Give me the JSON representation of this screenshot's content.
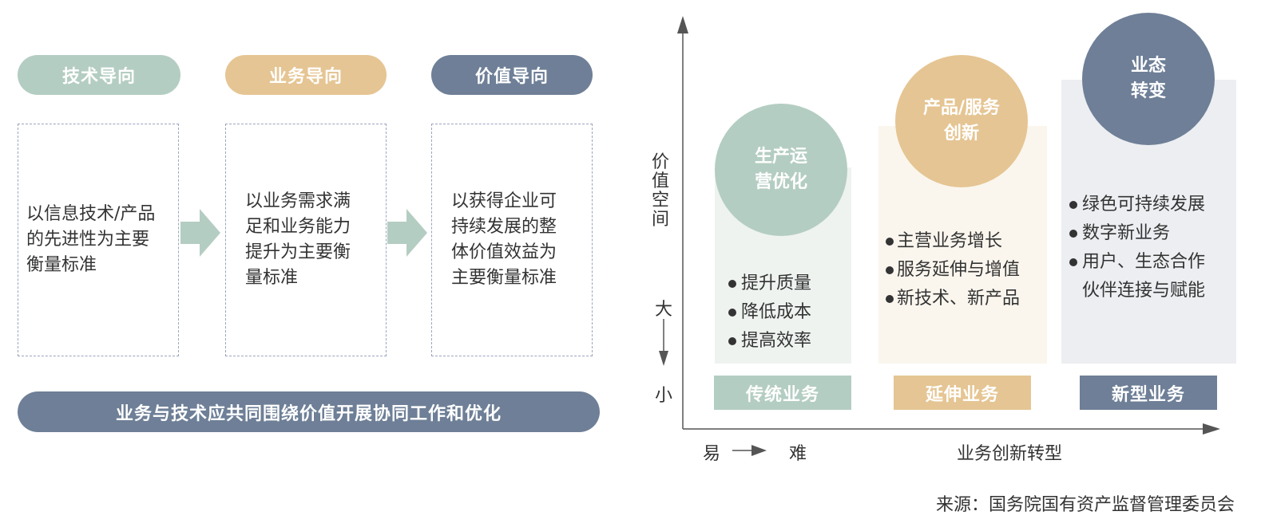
{
  "colors": {
    "green": "#b4cdc2",
    "tan": "#e5c593",
    "slate": "#6e7f97",
    "arrow": "#b4cdc2",
    "green_bg": "#eef3f0",
    "tan_bg": "#faf6ee",
    "slate_bg": "#eceef1"
  },
  "left": {
    "headers": [
      "技术导向",
      "业务导向",
      "价值导向"
    ],
    "boxes": [
      "以信息技术/产品\n的先进性为主要\n衡量标准",
      "以业务需求满\n足和业务能力\n提升为主要衡\n量标准",
      "以获得企业可\n持续发展的整\n体价值效益为\n主要衡量标准"
    ],
    "banner": "业务与技术应共同围绕价值开展协同工作和优化"
  },
  "right": {
    "y_label": "价值空间",
    "big": "大",
    "small": "小",
    "x_easy": "易",
    "x_hard": "难",
    "x_label": "业务创新转型",
    "columns": [
      {
        "circle_lines": [
          "生产运",
          "营优化"
        ],
        "bullets": [
          "提升质量",
          "降低成本",
          "提高效率"
        ],
        "category": "传统业务"
      },
      {
        "circle_lines": [
          "产品/服务",
          "创新"
        ],
        "bullets": [
          "主营业务增长",
          "服务延伸与增值",
          "新技术、新产品"
        ],
        "category": "延伸业务"
      },
      {
        "circle_lines": [
          "业态",
          "转变"
        ],
        "bullets": [
          "绿色可持续发展",
          "数字新业务",
          "用户、生态合作"
        ],
        "bullet_continuation": "伙伴连接与赋能",
        "category": "新型业务"
      }
    ],
    "source": "来源：国务院国有资产监督管理委员会"
  }
}
